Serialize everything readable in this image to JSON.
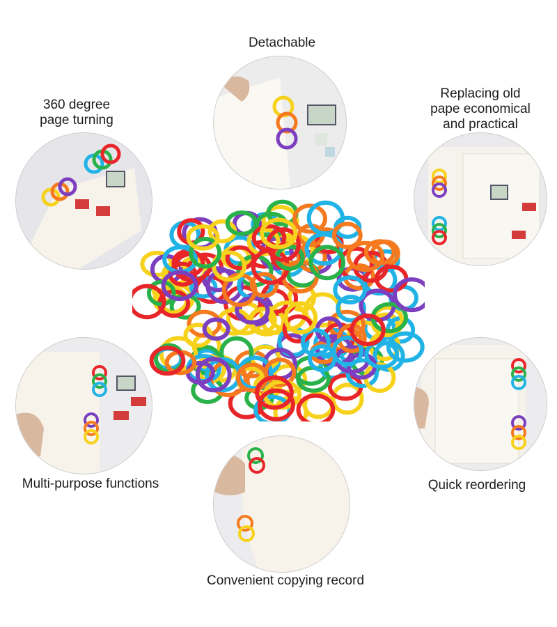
{
  "features": {
    "detachable": "Detachable",
    "page_turning": "360 degree\npage turning",
    "replacing": "Replacing old\npape economical\nand practical",
    "multi_purpose": "Multi-purpose functions",
    "reordering": "Quick reordering",
    "copying": "Convenient copying record"
  },
  "ring_colors": [
    "#e8262a",
    "#f57a1f",
    "#f7d21c",
    "#2ab24a",
    "#22b3e6",
    "#7b3fbf"
  ]
}
